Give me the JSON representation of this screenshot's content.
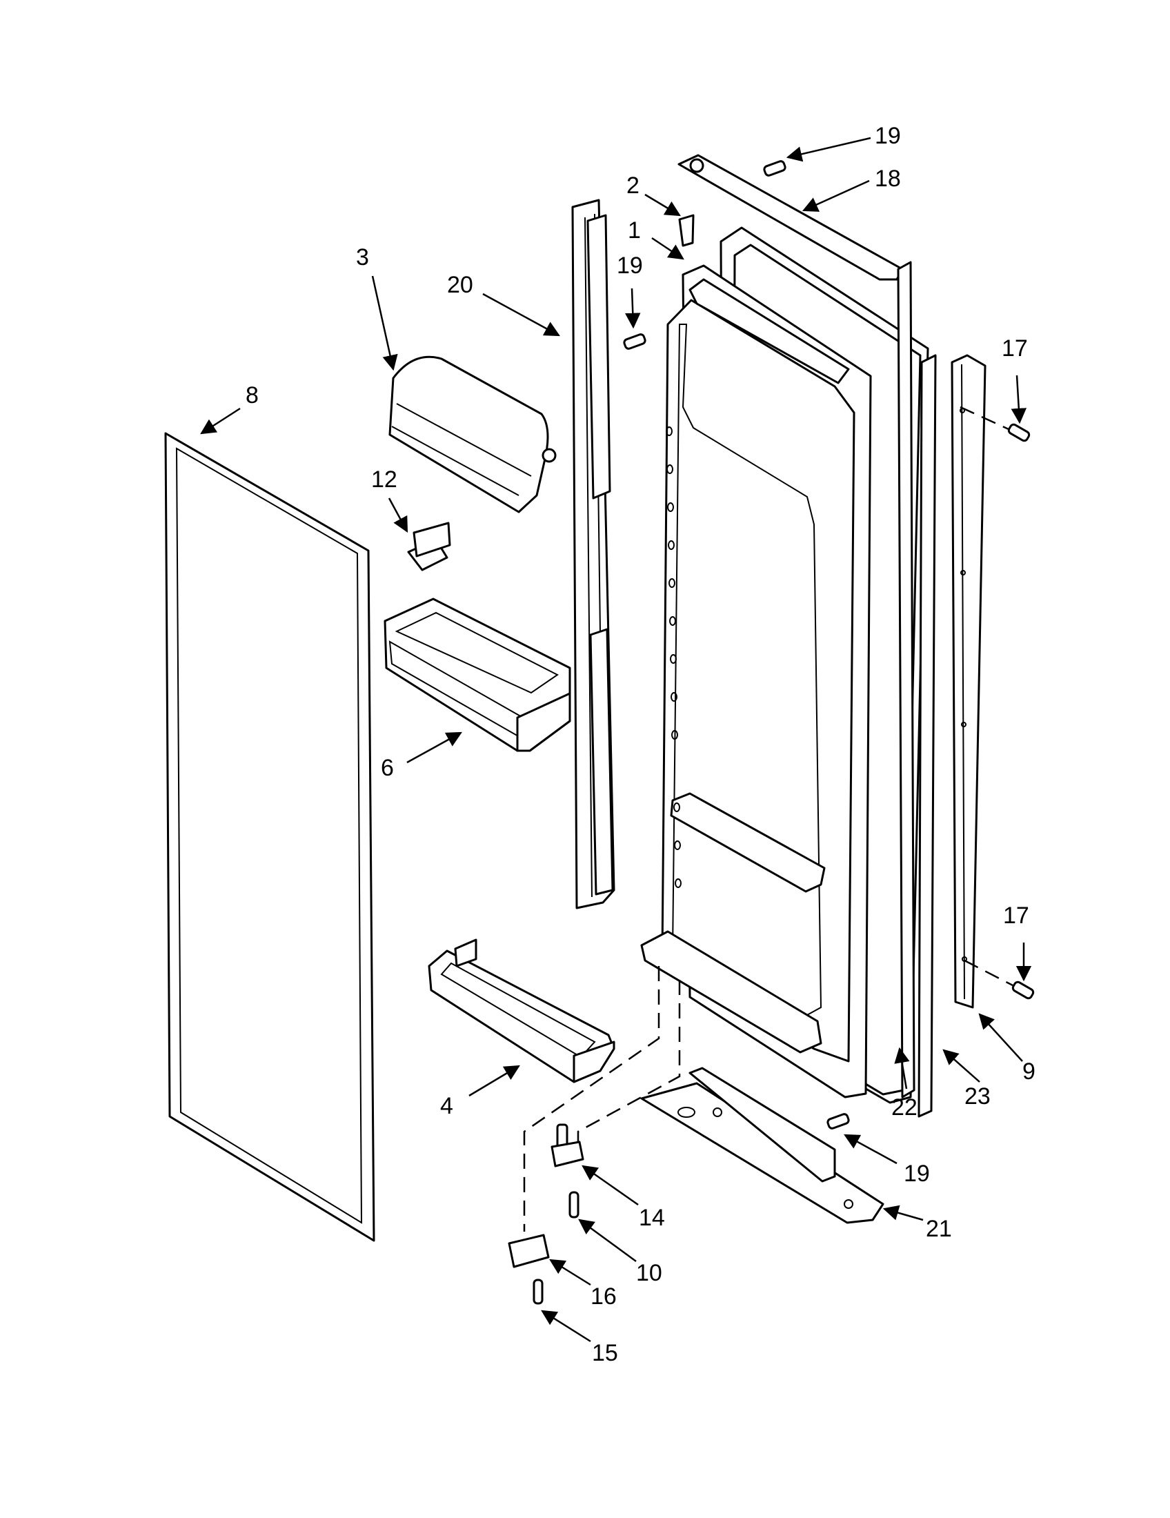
{
  "diagram": {
    "callouts": [
      {
        "id": "c19a",
        "text": "19"
      },
      {
        "id": "c18",
        "text": "18"
      },
      {
        "id": "c2",
        "text": "2"
      },
      {
        "id": "c1",
        "text": "1"
      },
      {
        "id": "c3",
        "text": "3"
      },
      {
        "id": "c20",
        "text": "20"
      },
      {
        "id": "c19b",
        "text": "19"
      },
      {
        "id": "c17a",
        "text": "17"
      },
      {
        "id": "c8",
        "text": "8"
      },
      {
        "id": "c12",
        "text": "12"
      },
      {
        "id": "c6",
        "text": "6"
      },
      {
        "id": "c17b",
        "text": "17"
      },
      {
        "id": "c9",
        "text": "9"
      },
      {
        "id": "c4",
        "text": "4"
      },
      {
        "id": "c22",
        "text": "22"
      },
      {
        "id": "c23",
        "text": "23"
      },
      {
        "id": "c19c",
        "text": "19"
      },
      {
        "id": "c14",
        "text": "14"
      },
      {
        "id": "c21",
        "text": "21"
      },
      {
        "id": "c10",
        "text": "10"
      },
      {
        "id": "c16",
        "text": "16"
      },
      {
        "id": "c15",
        "text": "15"
      }
    ]
  }
}
